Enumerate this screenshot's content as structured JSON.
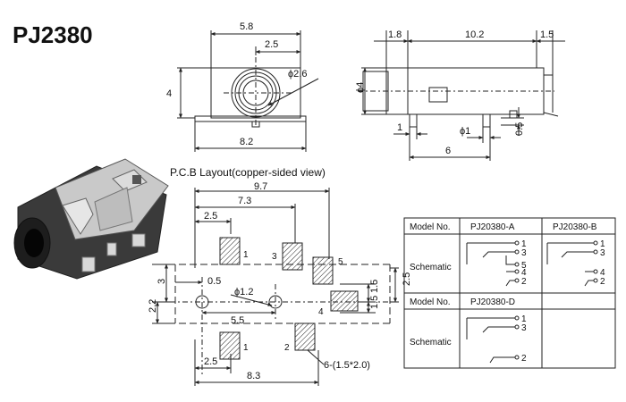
{
  "part_number": "PJ2380",
  "front_view": {
    "width": "5.8",
    "offset": "2.5",
    "hole": "ϕ2.6",
    "height": "4",
    "base_width": "8.2"
  },
  "side_view": {
    "left": "1.8",
    "body": "10.2",
    "right": "1.5",
    "height": "ϕ4",
    "pin_offset": "1",
    "pin_dia": "ϕ1",
    "pin_thick": "0.5",
    "pin_pos": "6"
  },
  "pcb": {
    "title": "P.C.B Layout(copper-sided view)",
    "dims": {
      "d97": "9.7",
      "d73": "7.3",
      "d25a": "2.5",
      "d3": "3",
      "d05": "0.5",
      "d12": "ϕ1.2",
      "d22": "2.2",
      "d55": "5.5",
      "d15a": "1.5",
      "d15b": "1.5",
      "d25r": "2.5",
      "d25b": "2.5",
      "d83": "8.3",
      "pad": "6-(1.5*2.0)"
    },
    "pads": [
      "1",
      "3",
      "5",
      "4",
      "1",
      "2"
    ]
  },
  "table": {
    "h_model": "Model No.",
    "model_a": "PJ20380-A",
    "model_b": "PJ20380-B",
    "h_model2": "Model No.",
    "model_d": "PJ20380-D",
    "schematic": "Schematic",
    "schematic2": "Schematic",
    "a_pins": [
      "1",
      "3",
      "5",
      "4",
      "2"
    ],
    "b_pins": [
      "1",
      "3",
      "4",
      "2"
    ],
    "d_pins": [
      "1",
      "3",
      "2"
    ]
  }
}
